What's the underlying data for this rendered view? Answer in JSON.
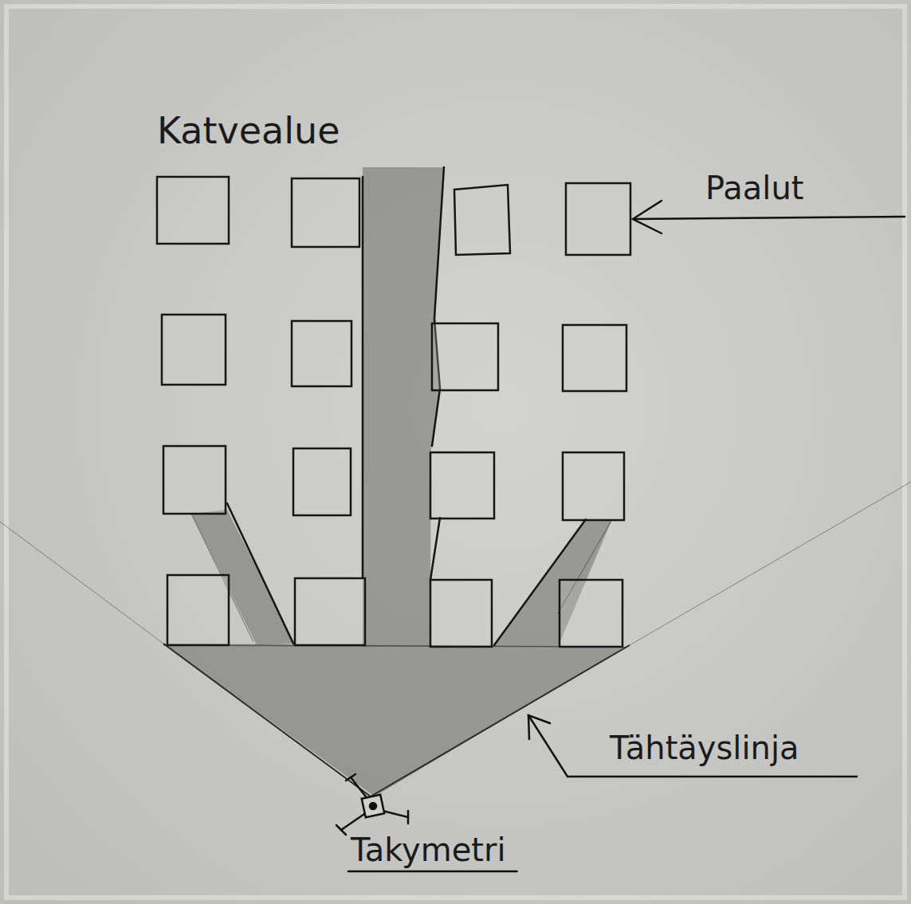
{
  "diagram": {
    "labels": [
      "Katvealue",
      "Paalut",
      "Tähtäyslinja",
      "Takymetri"
    ]
  }
}
